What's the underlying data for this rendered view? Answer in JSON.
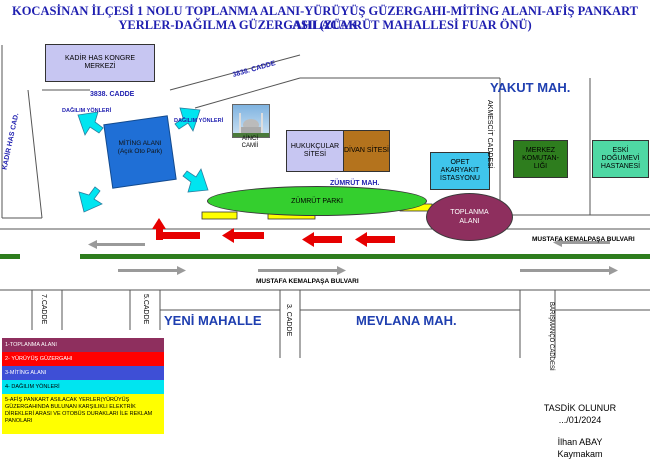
{
  "title": {
    "line1": "KOCASİNAN İLÇESİ 1 NOLU TOPLANMA ALANI-YÜRÜYÜŞ GÜZERGAHI-MİTİNG ALANI-AFİŞ PANKART ASILACAK",
    "line2": "YERLER-DAĞILMA GÜZERGAHI (ZÜMRÜT MAHALLESİ FUAR ÖNÜ)"
  },
  "buildings": {
    "kongre": "KADİR HAS KONGRE MERKEZİ",
    "miting_line1": "MİTİNG ALANI",
    "miting_line2": "(Açık Oto Park)",
    "camii_line1": "AİNCİ",
    "camii_line2": "CAMİİ",
    "hukukcular": "HUKUKÇULAR SİTESİ",
    "divan": "DİVAN SİTESİ",
    "opet": "OPET AKARYAKIT İSTASYONU",
    "merkez": "MERKEZ KOMUTAN-LIĞI",
    "eski": "ESKİ DOĞUMEVİ HASTANESİ",
    "zumrut_park": "ZÜMRÜT PARKI",
    "toplanma": "TOPLANMA ALANI"
  },
  "labels": {
    "cadde_3838_top": "3838. CADDE",
    "cadde_3838_left": "3838. CADDE",
    "kadir_has_cad": "KADİR HAS CAD.",
    "dagilim_1": "DAĞILIM YÖNLERİ",
    "dagilim_2": "DAĞILIM YÖNLERİ",
    "yakut": "YAKUT MAH.",
    "zumrut_mah": "ZÜMRÜT MAH.",
    "akmescit": "AKMESCİT CADDESİ",
    "mustafa_right": "MUSTAFA KEMALPAŞA BULVARI",
    "mustafa_bottom": "MUSTAFA KEMALPAŞA BULVARI",
    "cadde_7": "7.CADDE",
    "cadde_5": "5.CADDE",
    "cadde_3": "3. CADDE",
    "yeni": "YENİ MAHALLE",
    "mevlana": "MEVLANA MAH.",
    "barismanco": "BARIŞMANÇO CADDESİ"
  },
  "legend": [
    {
      "text": "1-TOPLANMA ALANI",
      "color": "#8e2f5e"
    },
    {
      "text": "2- YÜRÜYÜŞ GÜZERGAHI",
      "color": "#ff0000"
    },
    {
      "text": "3-MİTİNG ALANI",
      "color": "#3e4fd6"
    },
    {
      "text": "4- DAĞILIM YÖNLERİ",
      "color": "#00e5f0"
    },
    {
      "text": "5-AFİŞ PANKART ASILACAK YERLER(YÜRÜYÜŞ GÜZERGAHINDA BULUNAN KARŞILIKLI ELEKTRİK DİREKLERİ ARASI VE OTOBÜS DURAKLARI İLE REKLAM PANOLARI",
      "color": "#ffff00"
    }
  ],
  "approval": {
    "tasdik": "TASDİK OLUNUR",
    "date": ".../01/2024",
    "name": "İlhan ABAY",
    "role": "Kaymakam"
  }
}
